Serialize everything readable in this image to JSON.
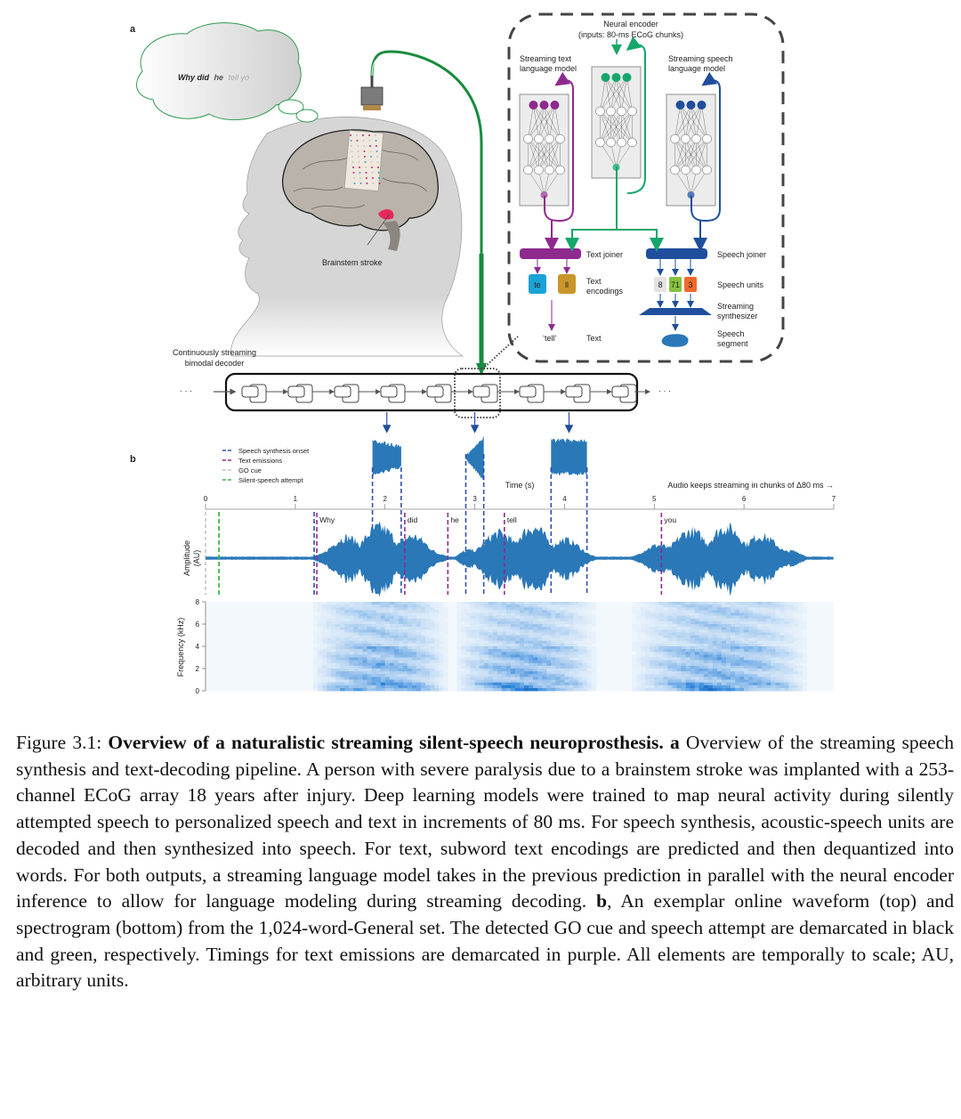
{
  "figure": {
    "panel_a_label": "a",
    "panel_b_label": "b",
    "thought_bubble": {
      "text_dark": "Why did",
      "text_mid": "he",
      "text_light": "tell yo"
    },
    "brainstem_label": "Brainstem stroke",
    "decoder_label_line1": "Continuously streaming",
    "decoder_label_line2": "bimodal decoder",
    "ellipsis": "· · ·",
    "inset": {
      "encoder_title_line1": "Neural encoder",
      "encoder_title_line2": "(inputs: 80-ms ECoG chunks)",
      "text_lm_line1": "Streaming text",
      "text_lm_line2": "language model",
      "speech_lm_line1": "Streaming speech",
      "speech_lm_line2": "language model",
      "text_joiner": "Text joiner",
      "speech_joiner": "Speech joiner",
      "text_encodings_line1": "Text",
      "text_encodings_line2": "encodings",
      "text_tokens": [
        {
          "label": "te",
          "color": "#1aa3d6"
        },
        {
          "label": "ll",
          "color": "#c8962a"
        }
      ],
      "speech_units_label": "Speech units",
      "speech_units": [
        {
          "label": "8",
          "color": "#e3e3e3"
        },
        {
          "label": "71",
          "color": "#86c13f"
        },
        {
          "label": "3",
          "color": "#ef6a2c"
        }
      ],
      "synth_line1": "Streaming",
      "synth_line2": "synthesizer",
      "text_output": "‘tell’",
      "text_label": "Text",
      "segment_line1": "Speech",
      "segment_line2": "segment"
    },
    "colors": {
      "text_model": "#8e2a8e",
      "encoder": "#16a66a",
      "speech_model": "#1f4e9c",
      "waveform": "#2a78b8",
      "go_cue": "#888888",
      "silent_attempt": "#3cb84a",
      "synthesis_onset": "#2f4fb0",
      "text_emission": "#8e2a8e"
    }
  },
  "chart_data": [
    {
      "type": "line",
      "title": "Exemplar online waveform",
      "xlabel": "Time (s)",
      "ylabel": "Amplitude (AU)",
      "xlim": [
        0,
        7
      ],
      "x_ticks": [
        "0",
        "1",
        "2",
        "3",
        "4",
        "5",
        "6",
        "7"
      ],
      "annotation": "Audio keeps streaming in chunks of Δ80 ms →",
      "legend": [
        {
          "label": "Speech synthesis onset",
          "color": "#2f4fb0",
          "style": "dashed"
        },
        {
          "label": "Text emissions",
          "color": "#8e2a8e",
          "style": "dashed"
        },
        {
          "label": "GO cue",
          "color": "#888888",
          "style": "dashed"
        },
        {
          "label": "Silent-speech attempt",
          "color": "#3cb84a",
          "style": "dashed"
        }
      ],
      "legend_position": "top-left",
      "go_cue_time": 0.0,
      "silent_attempt_time": 0.15,
      "text_emissions": [
        {
          "word": "Why",
          "time": 1.24
        },
        {
          "word": "did",
          "time": 2.22
        },
        {
          "word": "he",
          "time": 2.7
        },
        {
          "word": "tell",
          "time": 3.33
        },
        {
          "word": "you",
          "time": 5.08
        }
      ],
      "synthesis_segments": [
        {
          "start": 1.86,
          "end": 2.18
        },
        {
          "start": 2.9,
          "end": 3.1
        },
        {
          "start": 3.85,
          "end": 4.25
        }
      ],
      "speech_regions": [
        {
          "start": 1.2,
          "end": 2.7
        },
        {
          "start": 2.78,
          "end": 4.35
        },
        {
          "start": 4.75,
          "end": 6.7
        }
      ]
    },
    {
      "type": "heatmap",
      "title": "Spectrogram",
      "ylabel": "Frequency (kHz)",
      "ylim": [
        0,
        8
      ],
      "y_ticks": [
        "0",
        "2",
        "4",
        "6",
        "8"
      ],
      "xlim": [
        0,
        7
      ],
      "colormap": "Blues"
    }
  ],
  "caption": {
    "prefix": "Figure 3.1: ",
    "title": "Overview of a naturalistic streaming silent-speech neuroprosthesis.",
    "a_label": "a",
    "a_text": " Overview of the streaming speech synthesis and text-decoding pipeline. A person with severe paralysis due to a brainstem stroke was implanted with a 253-channel ECoG array 18 years after injury. Deep learning models were trained to map neural activity during silently attempted speech to personalized speech and text in increments of 80 ms. For speech synthesis, acoustic-speech units are decoded and then synthesized into speech. For text, subword text encodings are predicted and then dequantized into words. For both outputs, a streaming language model takes in the previous prediction in parallel with the neural encoder inference to allow for language modeling during streaming decoding. ",
    "b_label": "b",
    "b_text": ", An exemplar online waveform (top) and spectrogram (bottom) from the 1,024-word-General set. The detected GO cue and speech attempt are demarcated in black and green, respectively. Timings for text emissions are demarcated in purple. All elements are temporally to scale; AU, arbitrary units."
  }
}
